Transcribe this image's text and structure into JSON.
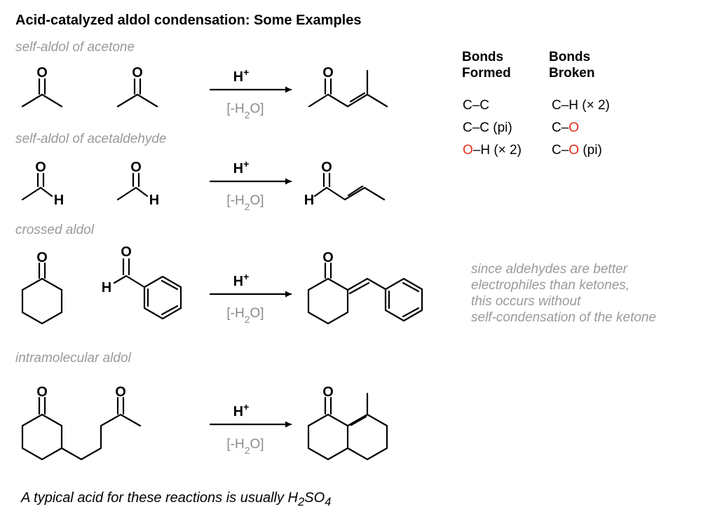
{
  "title": "Acid-catalyzed aldol condensation: Some Examples",
  "reactions": [
    {
      "label": "self-aldol of acetone",
      "reagent": "H+",
      "condition": "[-H2O]"
    },
    {
      "label": "self-aldol of acetaldehyde",
      "reagent": "H+",
      "condition": "[-H2O]"
    },
    {
      "label": "crossed aldol",
      "reagent": "H+",
      "condition": "[-H2O]"
    },
    {
      "label": "intramolecular aldol",
      "reagent": "H+",
      "condition": "[-H2O]"
    }
  ],
  "atoms": {
    "oxygen": "O",
    "hydrogen": "H"
  },
  "bonds_table": {
    "formed_header": [
      "Bonds",
      "Formed"
    ],
    "broken_header": [
      "Bonds",
      "Broken"
    ],
    "formed": [
      {
        "text": "C–C"
      },
      {
        "text": "C–C (pi)"
      },
      {
        "prefix": "O",
        "text": "–H (× 2)"
      }
    ],
    "broken": [
      {
        "text": "C–H (× 2)"
      },
      {
        "text": "C–",
        "suffix": "O"
      },
      {
        "text": "C–",
        "suffix": "O",
        "tail": " (pi)"
      }
    ]
  },
  "note": [
    "since aldehydes are better",
    "electrophiles than ketones,",
    "this occurs without",
    "self-condensation of the ketone"
  ],
  "footer": {
    "text": "A typical acid for these reactions is usually H",
    "sub1": "2",
    "mid": "SO",
    "sub2": "4"
  },
  "colors": {
    "highlight": "#e62e1b",
    "label_gray": "#9a9a9a",
    "reagent_gray": "#8a8a8a"
  }
}
